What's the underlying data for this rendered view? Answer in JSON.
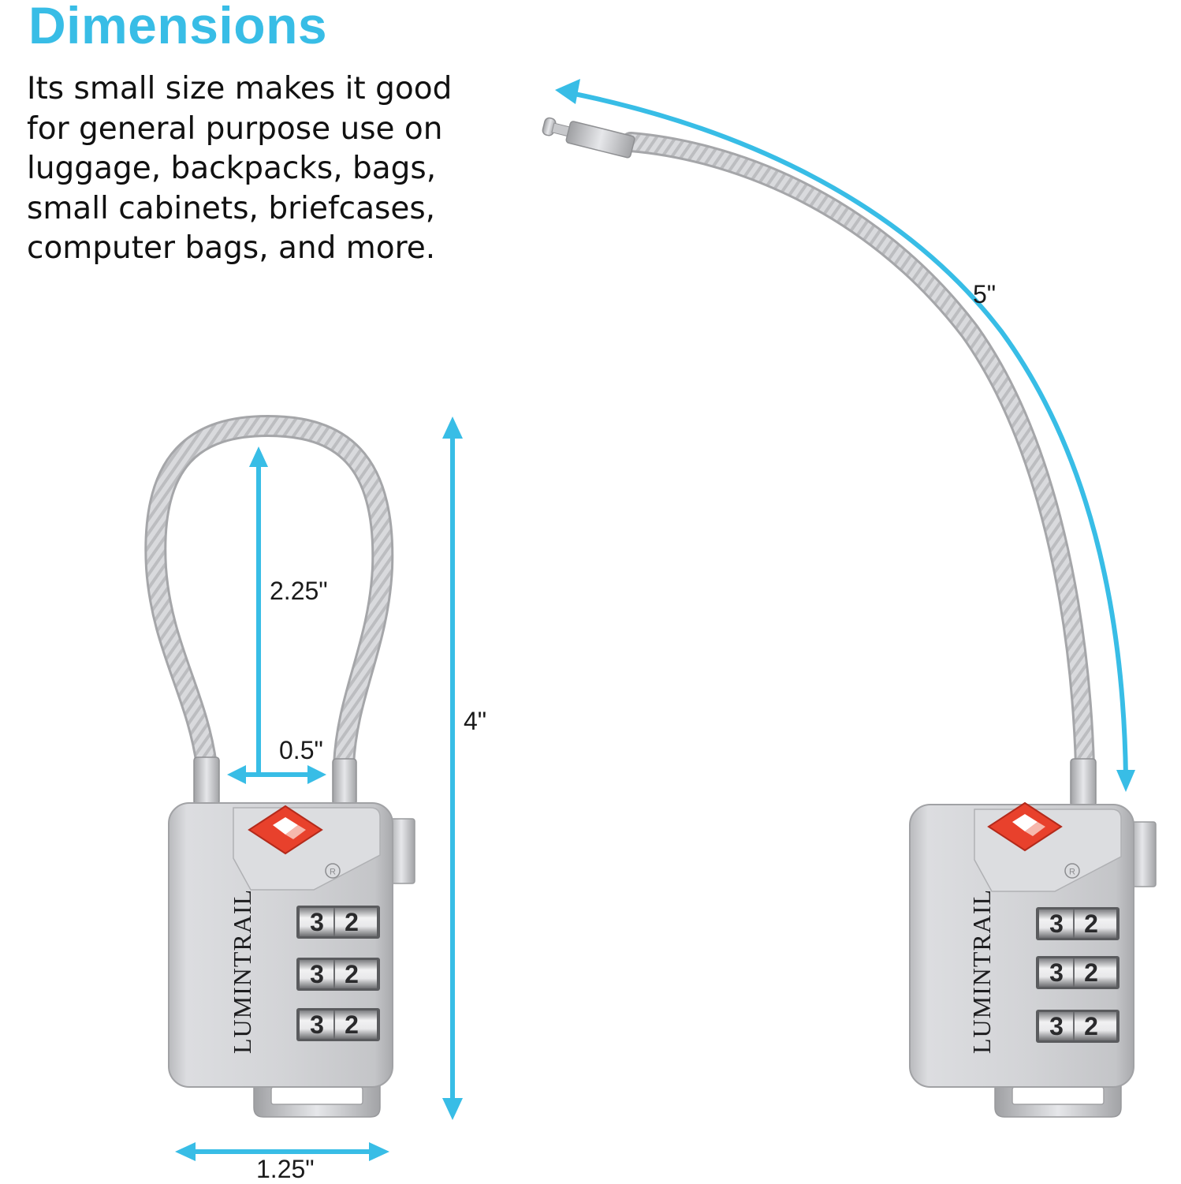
{
  "heading": "Dimensions",
  "description": "Its small size makes it good for general purpose use on luggage, backpacks, bags, small cabinets, briefcases, computer bags, and more.",
  "brand": "LUMINTRAIL",
  "dial_digits": [
    "3",
    "2"
  ],
  "registered_mark": "R",
  "measurements": {
    "cable_length": "5\"",
    "shackle_height": "2.25\"",
    "shackle_gap": "0.5\"",
    "total_height": "4\"",
    "body_width": "1.25\""
  },
  "colors": {
    "accent": "#38bde6",
    "text": "#111111",
    "lock_body": "#cfd0d2",
    "tsa_badge": "#e8412c"
  }
}
